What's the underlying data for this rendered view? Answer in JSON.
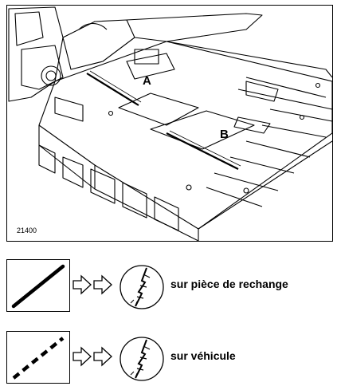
{
  "figure": {
    "number": "21400",
    "callouts": {
      "a": "A",
      "b": "B"
    }
  },
  "legend": [
    {
      "line_style": "solid",
      "text": "sur pièce de rechange"
    },
    {
      "line_style": "dashed",
      "text": "sur véhicule"
    }
  ]
}
